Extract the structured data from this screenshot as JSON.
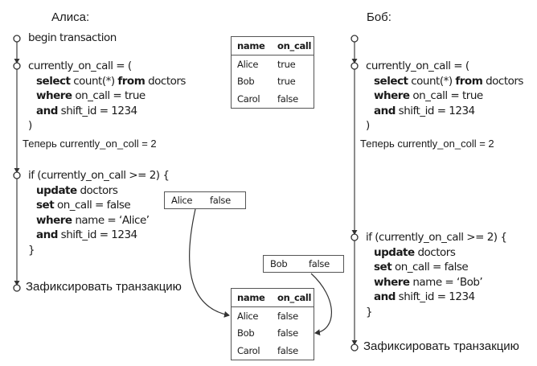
{
  "actors": {
    "alice": "Алиса:",
    "bob": "Боб:"
  },
  "alice": {
    "begin": "begin transaction",
    "query": {
      "line1": "currently_on_call = (",
      "line2_kw1": "select",
      "line2_mid": " count(*) ",
      "line2_kw2": "from",
      "line2_end": " doctors",
      "line3_kw": "where",
      "line3_rest": " on_call = true",
      "line4_kw": "and",
      "line4_rest": " shift_id = 1234",
      "line5": ")"
    },
    "note": "Теперь currently_on_coll = 2",
    "update": {
      "line1": "if (currently_on_call >= 2) {",
      "line2_kw": "update",
      "line2_rest": " doctors",
      "line3_kw": "set",
      "line3_rest": " on_call = false",
      "line4_kw": "where",
      "line4_rest": " name = ‘Alice’",
      "line5_kw": "and",
      "line5_rest": " shift_id = 1234",
      "line6": "}"
    },
    "commit": "Зафиксировать транзакцию"
  },
  "bob": {
    "query": {
      "line1": "currently_on_call = (",
      "line2_kw1": "select",
      "line2_mid": " count(*) ",
      "line2_kw2": "from",
      "line2_end": " doctors",
      "line3_kw": "where",
      "line3_rest": " on_call = true",
      "line4_kw": "and",
      "line4_rest": " shift_id = 1234",
      "line5": ")"
    },
    "note": "Теперь currently_on_coll = 2",
    "update": {
      "line1": "if (currently_on_call >= 2) {",
      "line2_kw": "update",
      "line2_rest": " doctors",
      "line3_kw": "set",
      "line3_rest": " on_call = false",
      "line4_kw": "where",
      "line4_rest": " name = ‘Bob’",
      "line5_kw": "and",
      "line5_rest": " shift_id = 1234",
      "line6": "}"
    },
    "commit": "Зафиксировать транзакцию"
  },
  "table_before": {
    "headers": [
      "name",
      "on_call"
    ],
    "rows": [
      [
        "Alice",
        "true"
      ],
      [
        "Bob",
        "true"
      ],
      [
        "Carol",
        "false"
      ]
    ]
  },
  "table_after": {
    "headers": [
      "name",
      "on_call"
    ],
    "rows": [
      [
        "Alice",
        "false"
      ],
      [
        "Bob",
        "false"
      ],
      [
        "Carol",
        "false"
      ]
    ]
  },
  "write_alice": [
    "Alice",
    "false"
  ],
  "write_bob": [
    "Bob",
    "false"
  ],
  "colors": {
    "line": "#555555",
    "text": "#1a1a1a"
  }
}
